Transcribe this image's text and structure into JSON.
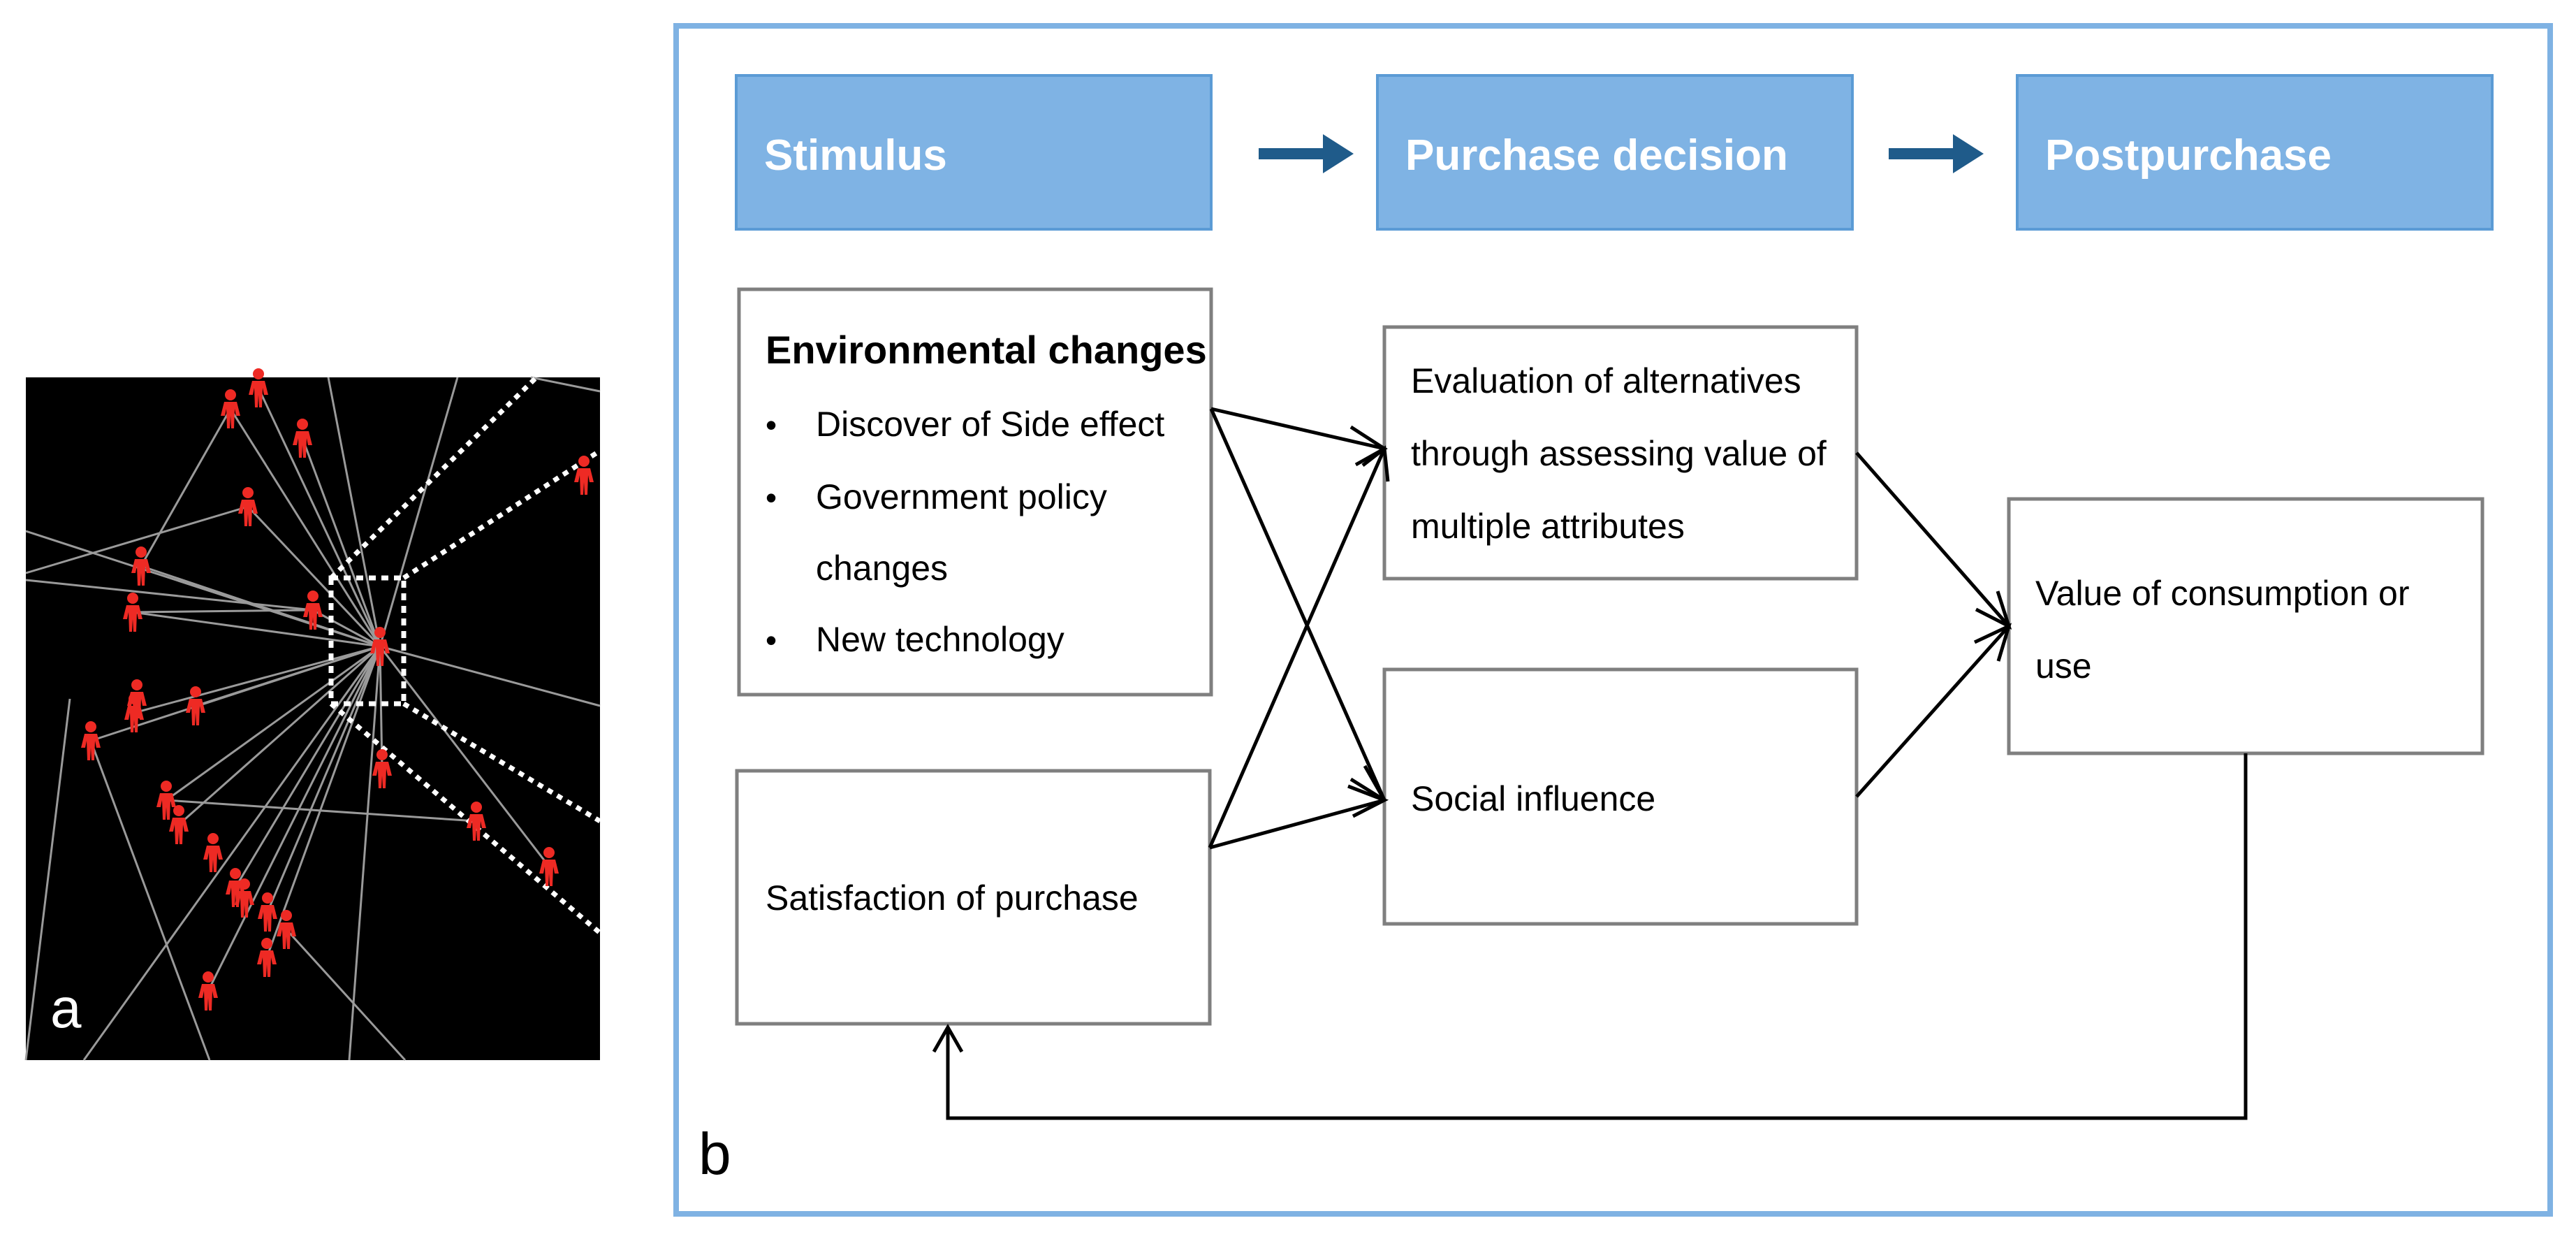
{
  "panel_a": {
    "label": "a",
    "icon": "person-icon",
    "person_color": "#ee2a24",
    "background_color": "#000000",
    "edge_color": "#9a9a9a",
    "focus_marker_color": "#ffffff"
  },
  "panel_b": {
    "label": "b",
    "frame_color": "#7fb2e3",
    "header_fill": "#7fb3e4",
    "header_text_color": "#ffffff",
    "header_arrow_color": "#1f5b8a",
    "box_border_color": "#7f7f7f",
    "line_color": "#000000",
    "stages": [
      {
        "key": "stimulus",
        "label": "Stimulus"
      },
      {
        "key": "decision",
        "label": "Purchase decision"
      },
      {
        "key": "postpurchase",
        "label": "Postpurchase"
      }
    ],
    "environmental": {
      "title": "Environmental changes",
      "bullet": "•",
      "items": [
        {
          "lines": [
            "Discover of Side effect"
          ]
        },
        {
          "lines": [
            "Government policy",
            "changes"
          ]
        },
        {
          "lines": [
            "New technology"
          ]
        }
      ]
    },
    "satisfaction": {
      "lines": [
        "Satisfaction of purchase"
      ]
    },
    "evaluation": {
      "lines": [
        "Evaluation of alternatives",
        "through assessing value of",
        "multiple attributes"
      ]
    },
    "social": {
      "lines": [
        "Social influence"
      ]
    },
    "value": {
      "lines": [
        "Value of consumption or",
        "use"
      ]
    }
  }
}
